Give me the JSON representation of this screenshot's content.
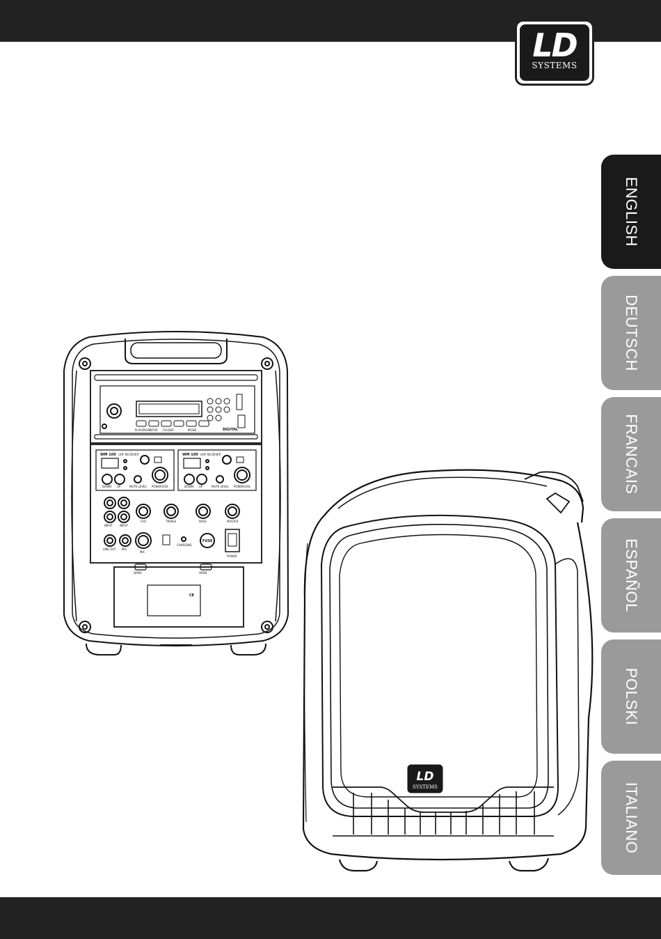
{
  "brand": {
    "logo_main": "LD",
    "logo_sub": "SYSTEMS"
  },
  "language_tabs": [
    {
      "label": "ENGLISH",
      "active": true
    },
    {
      "label": "DEUTSCH",
      "active": false
    },
    {
      "label": "FRANCAIS",
      "active": false
    },
    {
      "label": "ESPAÑOL",
      "active": false
    },
    {
      "label": "POLSKI",
      "active": false
    },
    {
      "label": "ITALIANO",
      "active": false
    }
  ],
  "rear_panel": {
    "cd_module": {
      "label": "DIGITAL",
      "buttons": [
        "PLAY/PAUSE",
        "STOP",
        "FOLDER",
        "",
        "MODE",
        ""
      ]
    },
    "wireless_receivers": [
      {
        "model": "WM 100",
        "title": "UHF RECEIVER",
        "controls": [
          "DOWN",
          "UP",
          "MUTE LEVEL",
          "POWER/VOL"
        ]
      },
      {
        "model": "WM 100",
        "title": "UHF RECEIVER",
        "controls": [
          "DOWN",
          "UP",
          "MUTE LEVEL",
          "POWER/VOL"
        ]
      }
    ],
    "mixer_labels": [
      "INPUT",
      "INPUT",
      "CH1",
      "TREBLE",
      "BASS",
      "MASTER",
      "LINE OUT",
      "MIC",
      "MIC",
      "CHARGING",
      "FUSE",
      "POWER"
    ],
    "battery_door": {
      "labels": [
        "OPEN",
        "OPEN"
      ],
      "marks": [
        "CE"
      ]
    }
  },
  "front_speaker": {
    "badge_main": "LD",
    "badge_sub": "SYSTEMS"
  }
}
